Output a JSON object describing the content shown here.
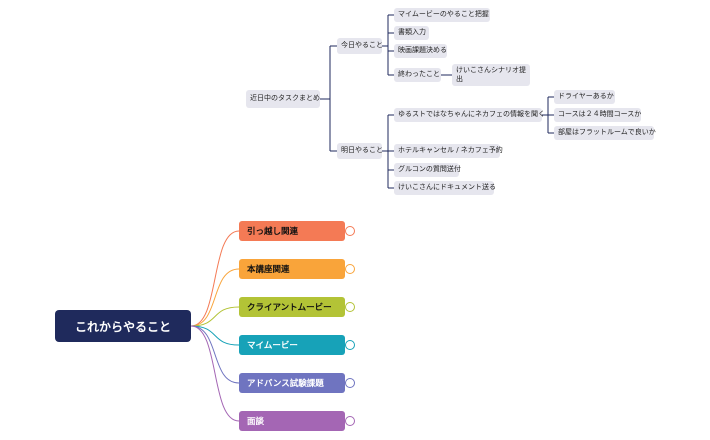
{
  "mindmap_top": {
    "root": "近日中のタスクまとめ",
    "today": {
      "label": "今日やること",
      "items": [
        "マイムービーのやること把握",
        "書類入力",
        "映画課題決める",
        "終わったこと"
      ],
      "done_child": "けいこさんシナリオ提出"
    },
    "tomorrow": {
      "label": "明日やること",
      "items": [
        "ゆるストではなちゃんにネカフェの情報を聞く",
        "ホテルキャンセル / ネカフェ予約",
        "グルコンの質問送付",
        "けいこさんにドキュメント送る"
      ],
      "sub_items": [
        "ドライヤーあるか",
        "コースは２４時間コースか",
        "部屋はフラットルームで良いか"
      ]
    }
  },
  "mindmap_bottom": {
    "root": "これからやること",
    "branches": [
      {
        "label": "引っ越し関連",
        "color": "#f47a55",
        "text_color": "#111111"
      },
      {
        "label": "本講座関連",
        "color": "#f9a43a",
        "text_color": "#111111"
      },
      {
        "label": "クライアントムービー",
        "color": "#b3c336",
        "text_color": "#111111"
      },
      {
        "label": "マイムービー",
        "color": "#17a2b8",
        "text_color": "#ffffff"
      },
      {
        "label": "アドバンス試験課題",
        "color": "#6f74c0",
        "text_color": "#ffffff"
      },
      {
        "label": "面談",
        "color": "#a466b4",
        "text_color": "#ffffff"
      }
    ]
  }
}
